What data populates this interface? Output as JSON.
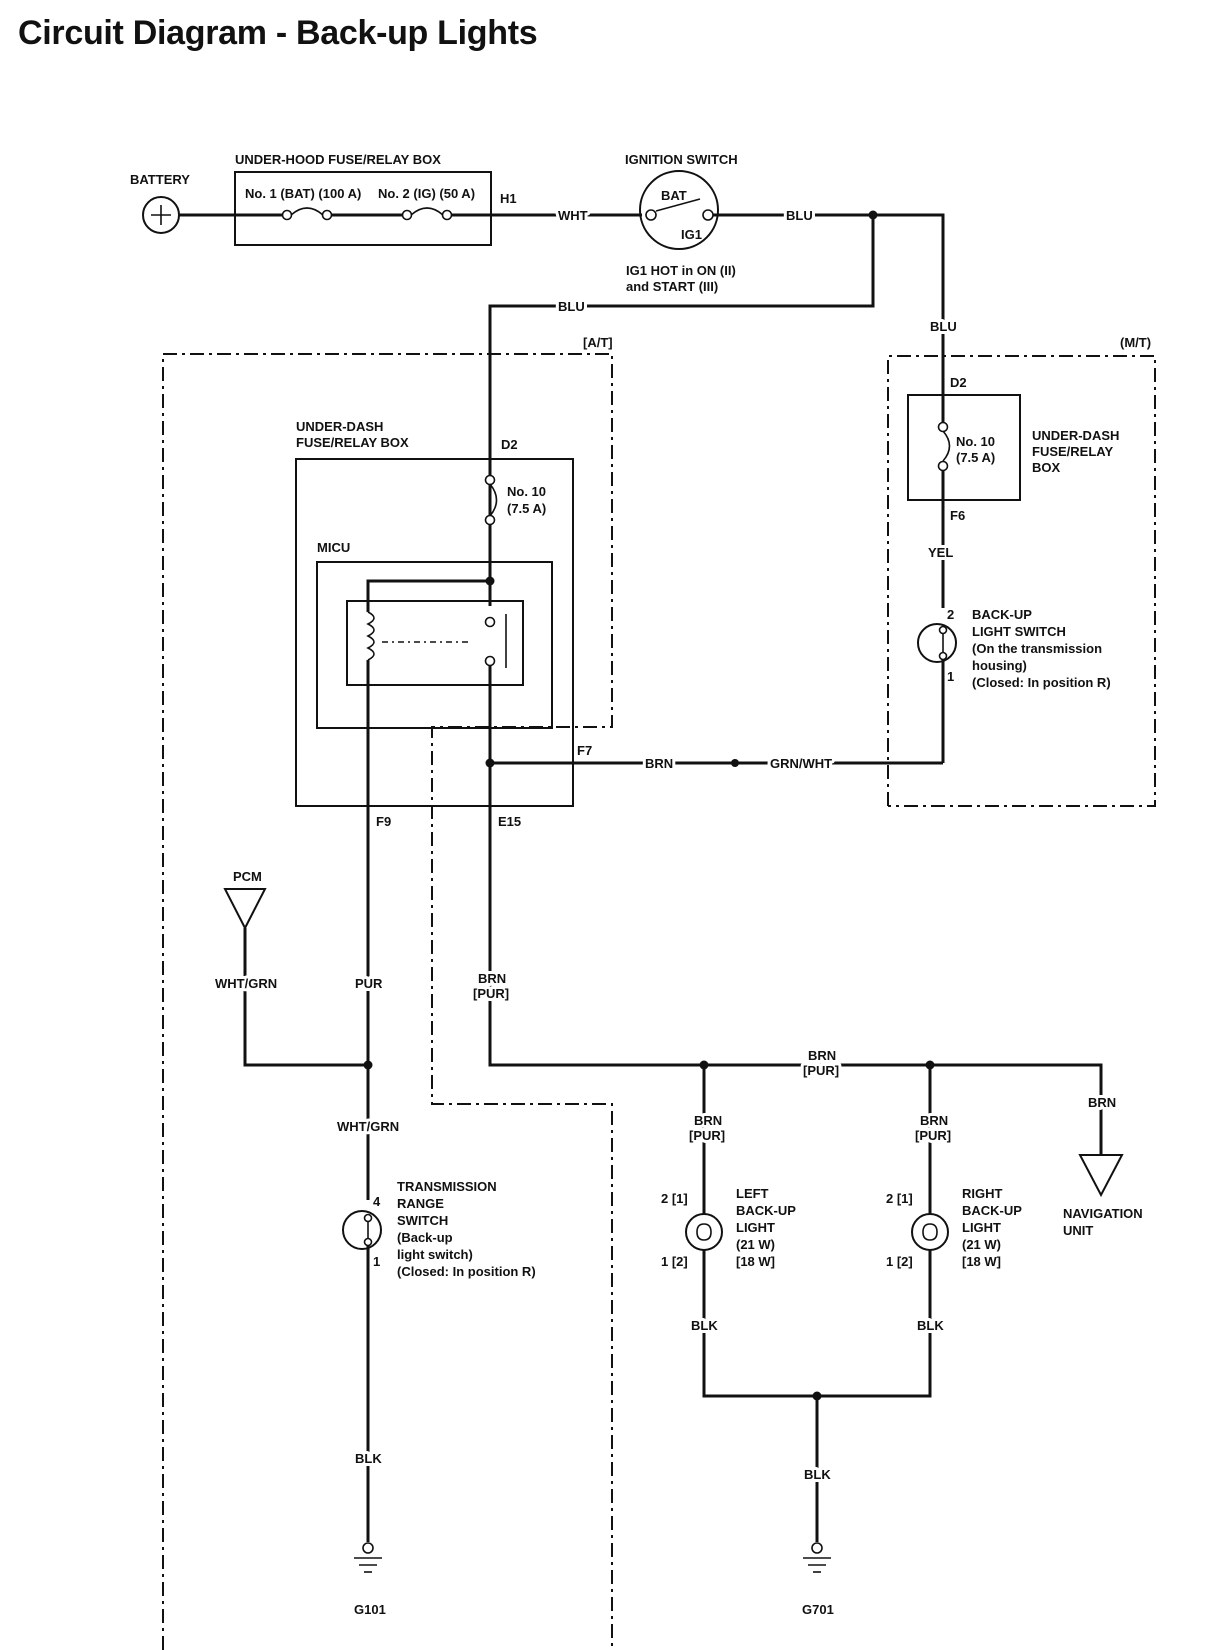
{
  "title": "Circuit Diagram - Back-up Lights",
  "components": {
    "battery": "BATTERY",
    "underhood_box": "UNDER-HOOD FUSE/RELAY BOX",
    "fuse_bat": "No. 1 (BAT) (100 A)",
    "fuse_ig": "No. 2 (IG) (50 A)",
    "terminal_h1": "H1",
    "ignition_switch": "IGNITION SWITCH",
    "ign_bat": "BAT",
    "ign_ig1": "IG1",
    "ign_note_1": "IG1 HOT in ON (II)",
    "ign_note_2": "and START (III)",
    "at_label": "[A/T]",
    "mt_label": "(M/T)",
    "underdash_at_1": "UNDER-DASH",
    "underdash_at_2": "FUSE/RELAY BOX",
    "at_d2": "D2",
    "at_fuse_1": "No. 10",
    "at_fuse_2": "(7.5 A)",
    "micu": "MICU",
    "at_f7": "F7",
    "at_f9": "F9",
    "at_e15": "E15",
    "mt_d2": "D2",
    "mt_fuse_1": "No. 10",
    "mt_fuse_2": "(7.5 A)",
    "underdash_mt_1": "UNDER-DASH",
    "underdash_mt_2": "FUSE/RELAY",
    "underdash_mt_3": "BOX",
    "mt_f6": "F6",
    "backup_sw_pin2": "2",
    "backup_sw_pin1": "1",
    "backup_sw_1": "BACK-UP",
    "backup_sw_2": "LIGHT SWITCH",
    "backup_sw_3": "(On the transmission",
    "backup_sw_4": "housing)",
    "backup_sw_5": "(Closed: In position R)",
    "pcm": "PCM",
    "trs_pin4": "4",
    "trs_pin1": "1",
    "trs_1": "TRANSMISSION",
    "trs_2": "RANGE",
    "trs_3": "SWITCH",
    "trs_4": "(Back-up",
    "trs_5": "light switch)",
    "trs_6": "(Closed: In position R)",
    "left_pin2": "2 [1]",
    "left_pin1": "1 [2]",
    "left_1": "LEFT",
    "left_2": "BACK-UP",
    "left_3": "LIGHT",
    "left_4": "(21 W)",
    "left_5": "[18 W]",
    "right_pin2": "2 [1]",
    "right_pin1": "1 [2]",
    "right_1": "RIGHT",
    "right_2": "BACK-UP",
    "right_3": "LIGHT",
    "right_4": "(21 W)",
    "right_5": "[18 W]",
    "nav_1": "NAVIGATION",
    "nav_2": "UNIT",
    "g101": "G101",
    "g701": "G701"
  },
  "wires": {
    "wht": "WHT",
    "blu_top": "BLU",
    "blu_mid": "BLU",
    "blu_right": "BLU",
    "yel": "YEL",
    "brn_f7": "BRN",
    "grn_wht": "GRN/WHT",
    "wht_grn_pcm": "WHT/GRN",
    "pur": "PUR",
    "brn_e15_1": "BRN",
    "brn_e15_2": "[PUR]",
    "brn_bus_1": "BRN",
    "brn_bus_2": "[PUR]",
    "wht_grn_trs": "WHT/GRN",
    "brn_left_1": "BRN",
    "brn_left_2": "[PUR]",
    "brn_right_1": "BRN",
    "brn_right_2": "[PUR]",
    "brn_nav": "BRN",
    "blk_trs": "BLK",
    "blk_left": "BLK",
    "blk_right": "BLK",
    "blk_g701": "BLK"
  }
}
